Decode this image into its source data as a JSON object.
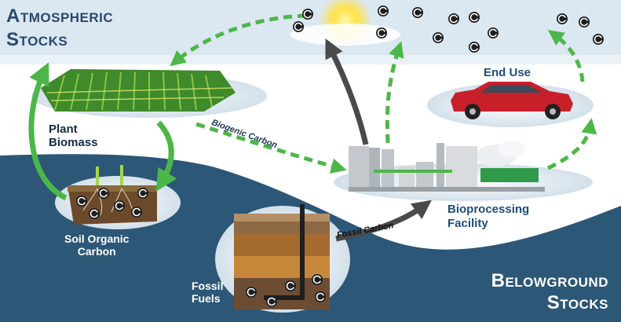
{
  "titles": {
    "atmospheric": [
      "Atmospheric",
      "Stocks"
    ],
    "belowground": [
      "Belowground",
      "Stocks"
    ]
  },
  "nodes": {
    "plant_biomass": [
      "Plant",
      "Biomass"
    ],
    "soil_organic_carbon": [
      "Soil Organic",
      "Carbon"
    ],
    "fossil_fuels": [
      "Fossil",
      "Fuels"
    ],
    "bioprocessing_facility": [
      "Bioprocessing",
      "Facility"
    ],
    "end_use": "End Use"
  },
  "flows": {
    "biogenic_carbon": "Biogenic Carbon",
    "fossil_carbon": "Fossil Carbon"
  },
  "symbols": {
    "carbon": "C"
  },
  "colors": {
    "sky": "#dbe7f1",
    "belowground": "#2c5777",
    "dashed_flow": "#4cb748",
    "solid_flow": "#4cb748",
    "emission_flow": "#4a4a4a",
    "title": "#27496d",
    "car": "#c8202b"
  },
  "icons": [
    "sun-icon",
    "carbon-molecule-icon",
    "crop-field-icon",
    "soil-roots-icon",
    "fossil-strata-icon",
    "refinery-icon",
    "car-icon"
  ]
}
